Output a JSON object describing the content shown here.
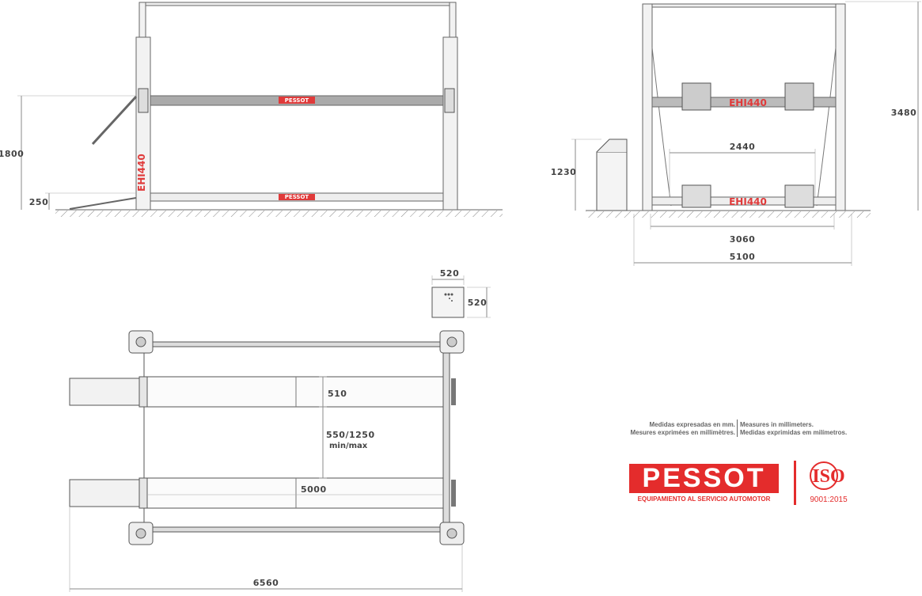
{
  "brand": {
    "name": "PESSOT",
    "tagline": "EQUIPAMIENTO AL SERVICIO AUTOMOTOR",
    "color": "#e42c2c"
  },
  "certification": {
    "mark": "ISO",
    "standard": "9001:2015"
  },
  "model": "EHI440",
  "notes": {
    "spanish": "Medidas expresadas en mm.",
    "french": "Mesures exprimées en millimètres.",
    "english": "Measures in millimeters.",
    "portuguese": "Medidas exprimidas em milímetros."
  },
  "side_view": {
    "platform_height": "1800",
    "ramp_height": "250"
  },
  "front_view": {
    "total_height": "3480",
    "console_height": "1230",
    "inner_width": "2440",
    "track_width": "3060",
    "overall_width": "5100"
  },
  "console_plan": {
    "width": "520",
    "depth": "520"
  },
  "top_view": {
    "runway_width": "510",
    "runway_gap": "550/1250",
    "runway_gap_note": "min/max",
    "runway_length": "5000",
    "overall_length": "6560"
  }
}
